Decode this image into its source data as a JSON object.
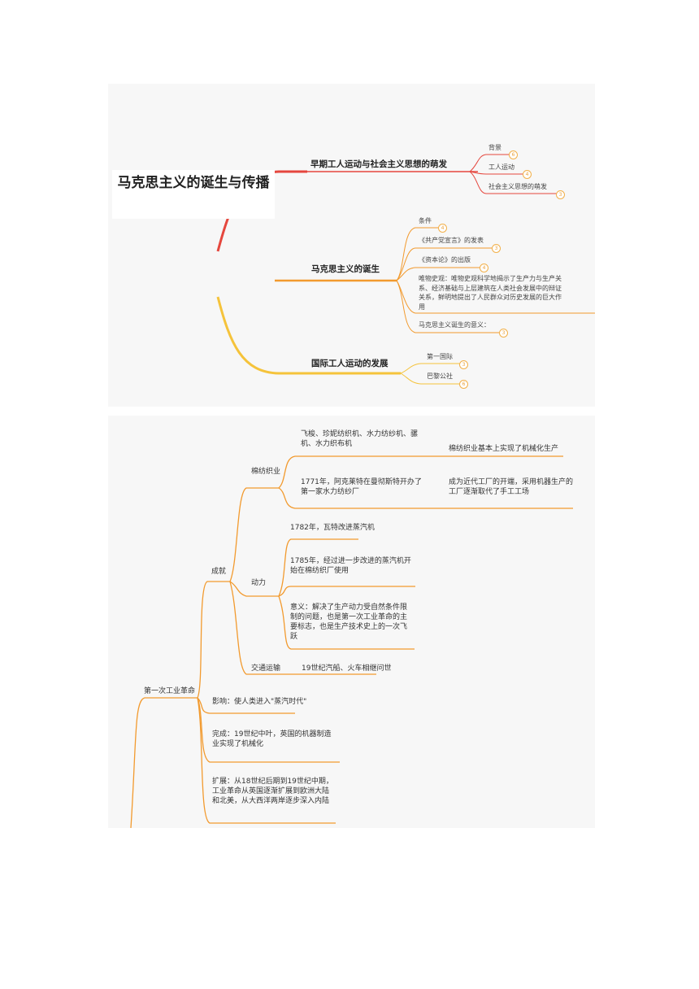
{
  "colors": {
    "red": "#e5473e",
    "orange": "#f29a2e",
    "yellow": "#f5c33b",
    "panel": "#f7f7f7"
  },
  "mindmap1": {
    "root": "马克思主义的诞生与传播",
    "branches": [
      {
        "label": "早期工人运动与社会主义思想的萌发",
        "children": [
          {
            "label": "背景",
            "badge": "6"
          },
          {
            "label": "工人运动",
            "badge": "4"
          },
          {
            "label": "社会主义思想的萌发",
            "badge": "3"
          }
        ]
      },
      {
        "label": "马克思主义的诞生",
        "children": [
          {
            "label": "条件",
            "badge": "4"
          },
          {
            "label": "《共产党宣言》的发表",
            "badge": "3"
          },
          {
            "label": "《资本论》的出版",
            "badge": "4"
          },
          {
            "label": "唯物史观：唯物史观科学地揭示了生产力与生产关系、经济基础与上层建筑在人类社会发展中的辩证关系，鲜明地提出了人民群众对历史发展的巨大作用",
            "badge": ""
          },
          {
            "label": "马克思主义诞生的意义：",
            "badge": "3"
          }
        ]
      },
      {
        "label": "国际工人运动的发展",
        "children": [
          {
            "label": "第一国际",
            "badge": "3"
          },
          {
            "label": "巴黎公社",
            "badge": "6"
          }
        ]
      }
    ]
  },
  "mindmap2": {
    "root": "第一次工业革命",
    "achievements": "成就",
    "textile": "棉纺织业",
    "textile_item1": "飞梭、珍妮纺织机、水力纺纱机、骡机、水力织布机",
    "textile_item1_result": "棉纺织业基本上实现了机械化生产",
    "textile_item2": "1771年，阿克莱特在曼彻斯特开办了第一家水力纺纱厂",
    "textile_item2_result": "成为近代工厂的开端，采用机器生产的工厂逐渐取代了手工工场",
    "power": "动力",
    "power_item1": "1782年，瓦特改进蒸汽机",
    "power_item2": "1785年，经过进一步改进的蒸汽机开始在棉纺织厂使用",
    "power_item3": "意义：解决了生产动力受自然条件限制的问题，也是第一次工业革命的主要标志，也是生产技术史上的一次飞跃",
    "transport": "交通运输",
    "transport_item": "19世纪汽船、火车相继问世",
    "influence": "影响：使人类进入\"蒸汽时代\"",
    "completion": "完成：19世纪中叶，英国的机器制造业实现了机械化",
    "expansion": "扩展：从18世纪后期到19世纪中期，工业革命从英国逐渐扩展到欧洲大陆和北美，从大西洋两岸逐步深入内陆"
  }
}
